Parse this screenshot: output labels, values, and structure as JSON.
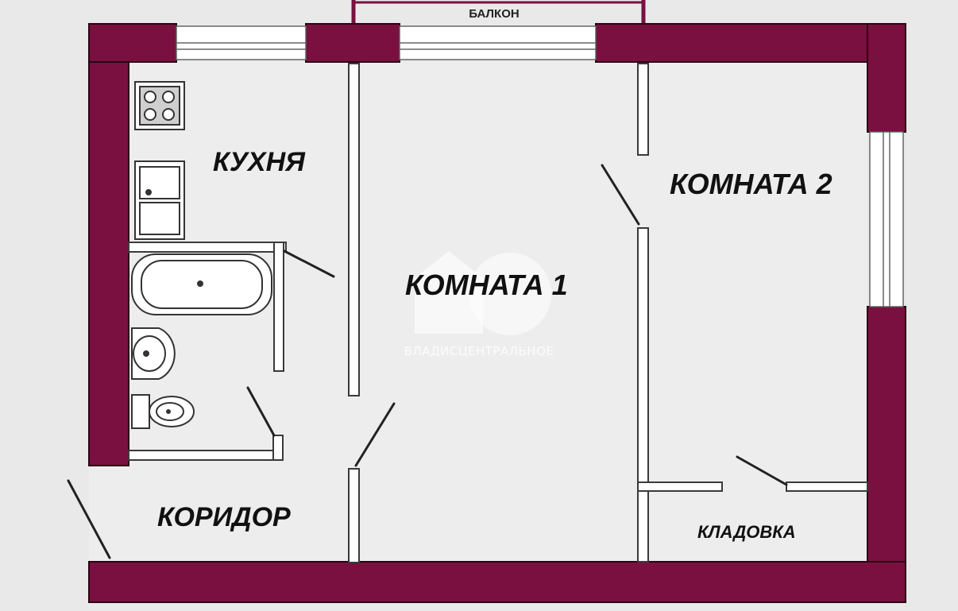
{
  "plan": {
    "balcony_label": "БАЛКОН",
    "rooms": {
      "kitchen": "КУХНЯ",
      "room1": "КОМНАТА 1",
      "room2": "КОМНАТА 2",
      "corridor": "КОРИДОР",
      "storage": "КЛАДОВКА"
    },
    "colors": {
      "outer_wall": "#7a1040",
      "interior_wall": "#333333",
      "floor": "#ededee",
      "background": "#e9e9ea"
    }
  },
  "watermark": {
    "text": "ВЛАДИСЦЕНТРАЛЬНОЕ"
  }
}
